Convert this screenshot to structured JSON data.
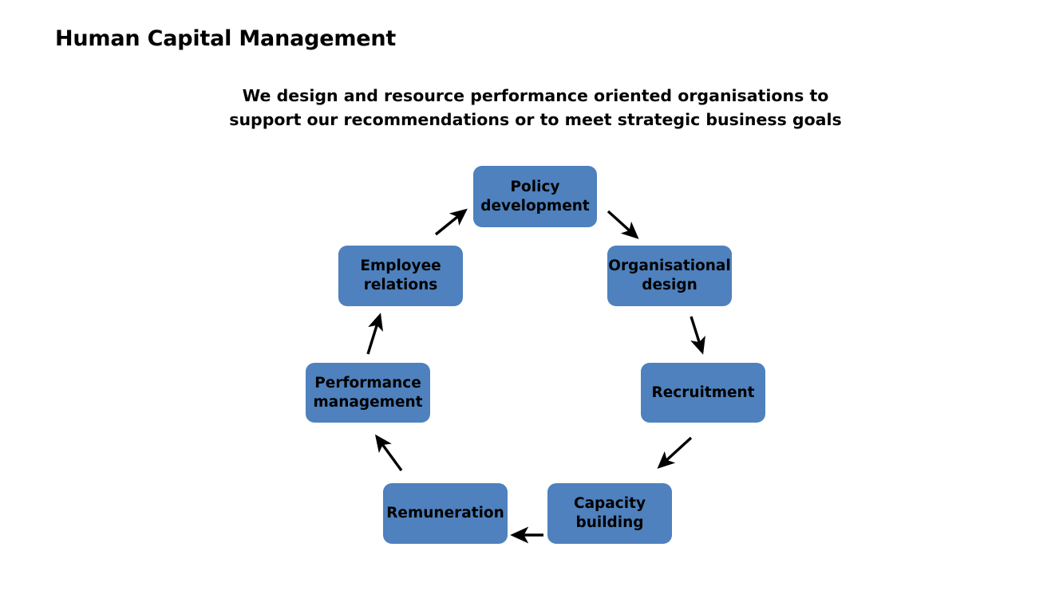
{
  "page": {
    "title": "Human Capital Management",
    "subtitle": "We design and resource performance oriented organisations to support our recommendations or to meet strategic business goals",
    "background_color": "#ffffff"
  },
  "diagram": {
    "type": "cycle",
    "direction": "clockwise",
    "node_fill_color": "#4E81BD",
    "node_text_color": "#000000",
    "arrow_color": "#000000",
    "nodes": [
      {
        "id": "policy-development",
        "label": "Policy development"
      },
      {
        "id": "organisational-design",
        "label": "Organisational design"
      },
      {
        "id": "recruitment",
        "label": "Recruitment"
      },
      {
        "id": "capacity-building",
        "label": "Capacity building"
      },
      {
        "id": "remuneration",
        "label": "Remuneration"
      },
      {
        "id": "performance-management",
        "label": "Performance management"
      },
      {
        "id": "employee-relations",
        "label": "Employee relations"
      }
    ],
    "connections": [
      {
        "from": "policy-development",
        "to": "organisational-design"
      },
      {
        "from": "organisational-design",
        "to": "recruitment"
      },
      {
        "from": "recruitment",
        "to": "capacity-building"
      },
      {
        "from": "capacity-building",
        "to": "remuneration"
      },
      {
        "from": "remuneration",
        "to": "performance-management"
      },
      {
        "from": "performance-management",
        "to": "employee-relations"
      },
      {
        "from": "employee-relations",
        "to": "policy-development"
      }
    ]
  }
}
